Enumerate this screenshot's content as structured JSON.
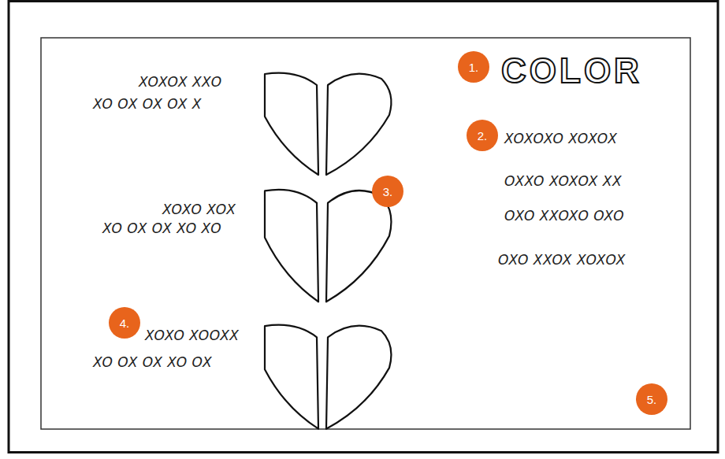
{
  "diagram": {
    "labels": [
      "1.",
      "COLOR",
      "XOXOX XXO",
      "XO OX OX OX X",
      "2.",
      "XOXOXO XOXOX",
      "OXXO XOXOX XX",
      "3.",
      "XOXO XOX",
      "OXO XXOXO OXO",
      "XO OX OX XO XO",
      "OXO XXOX XOXOX",
      "4.",
      "XOXO XOOXX",
      "XO OX OX XO OX",
      "5."
    ]
  }
}
